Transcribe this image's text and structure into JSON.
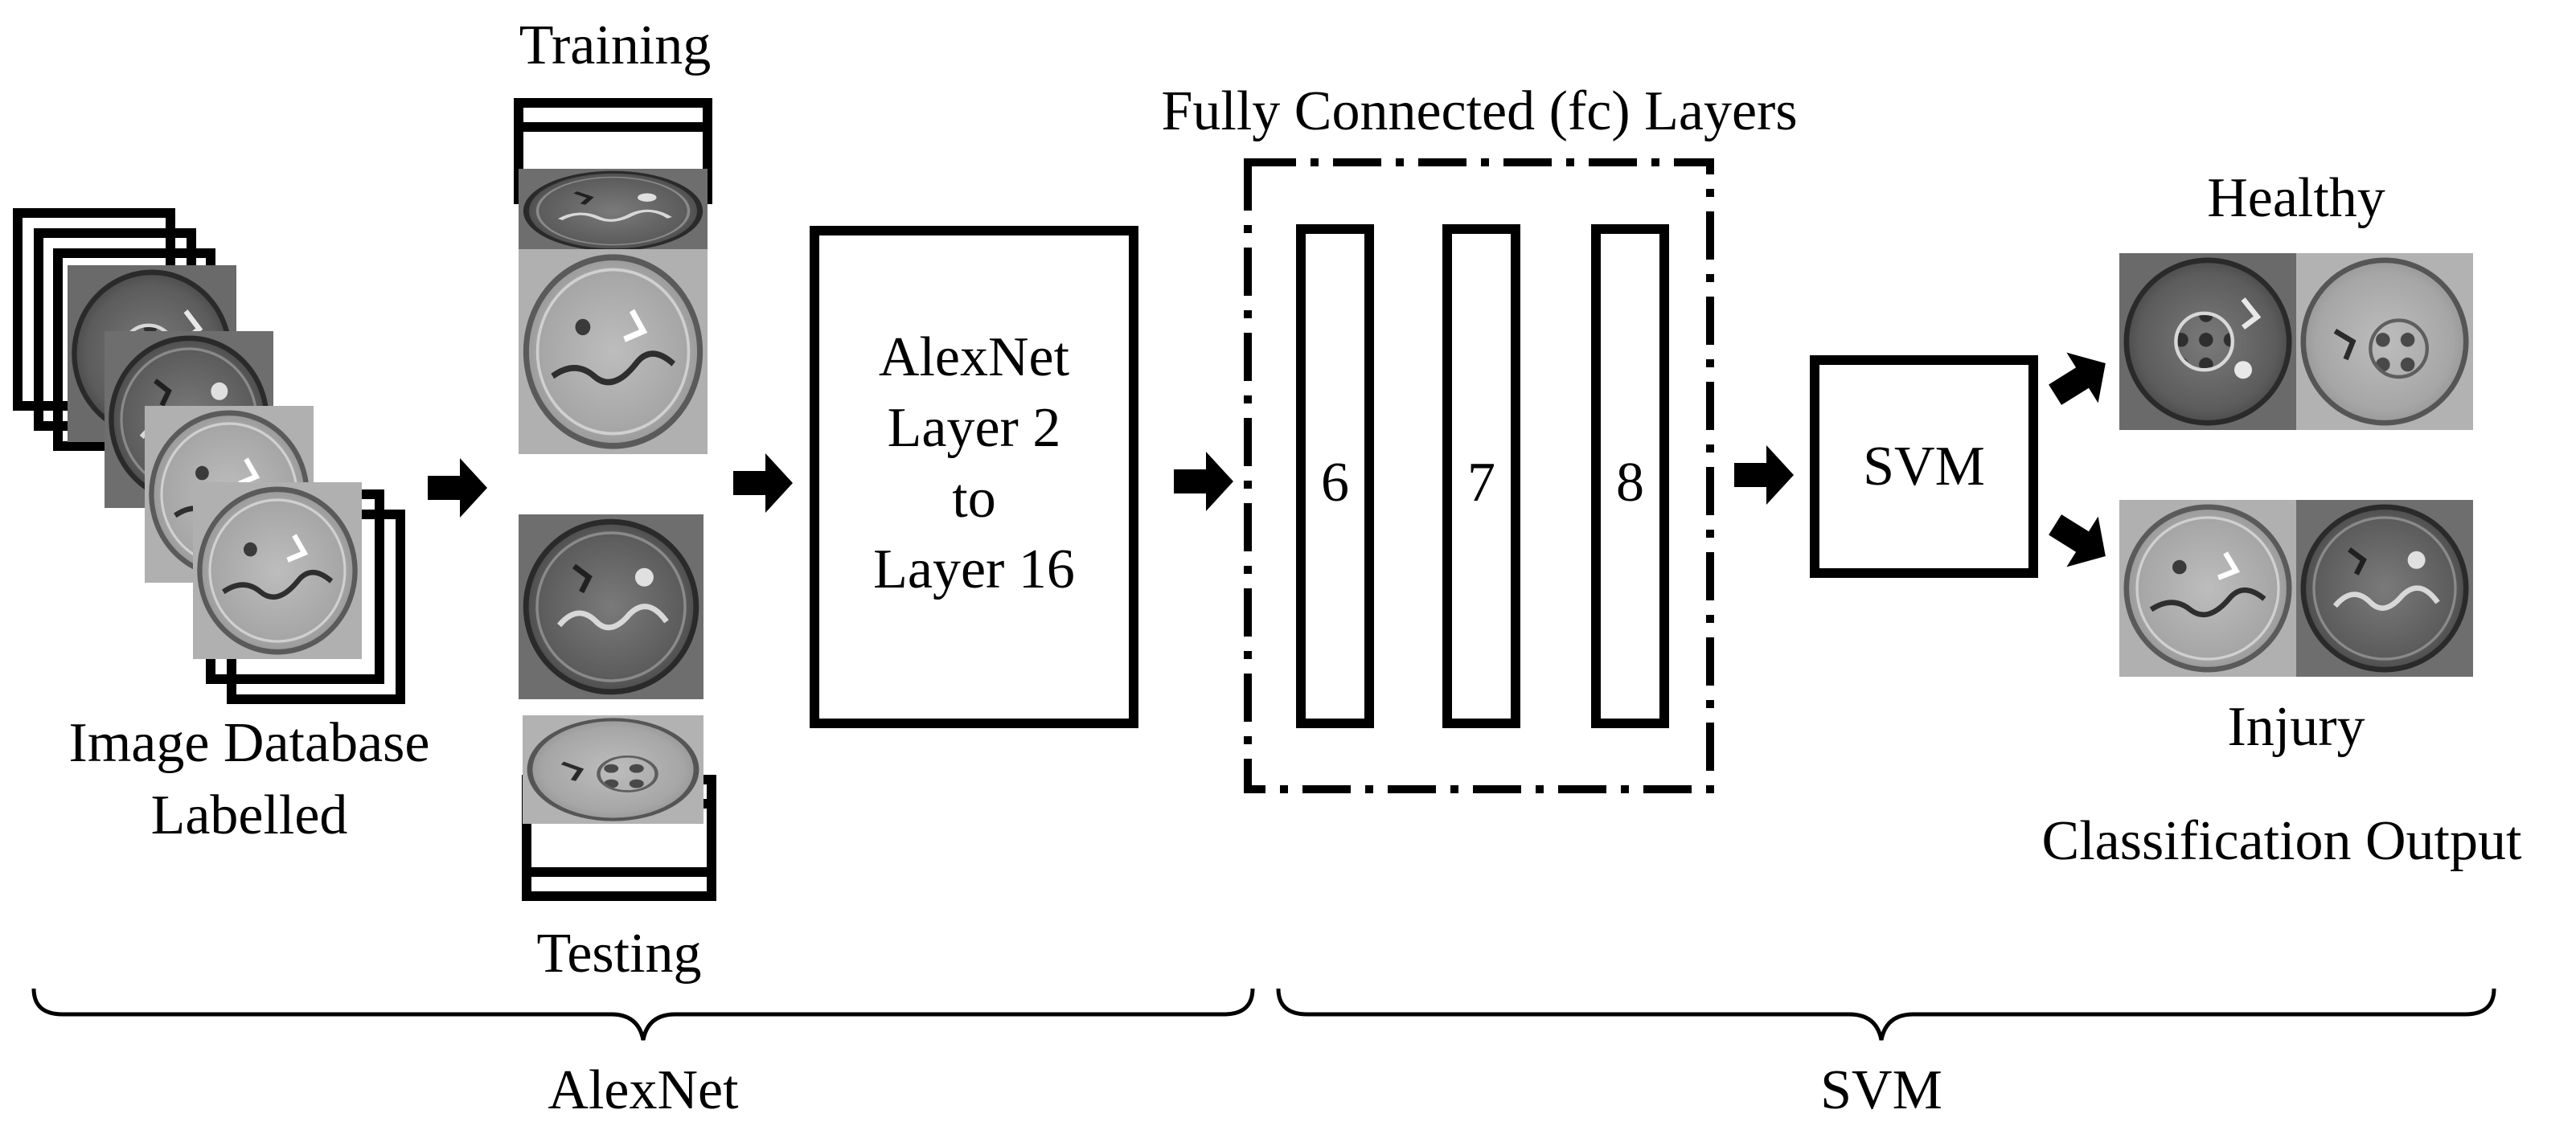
{
  "labels": {
    "image_database_line1": "Image Database",
    "image_database_line2": "Labelled",
    "training": "Training",
    "testing": "Testing",
    "alexnet_box_line1": "AlexNet",
    "alexnet_box_line2": "Layer 2",
    "alexnet_box_line3": "to",
    "alexnet_box_line4": "Layer 16",
    "fc_title": "Fully Connected (fc) Layers",
    "fc_layers": [
      "6",
      "7",
      "8"
    ],
    "svm_box": "SVM",
    "healthy": "Healthy",
    "injury": "Injury",
    "classification_output": "Classification Output",
    "brace_alexnet": "AlexNet",
    "brace_svm": "SVM"
  },
  "colors": {
    "stroke": "#000000",
    "image_dark": "#5a5a5a",
    "image_light": "#a9a9a9"
  },
  "icons": {
    "arrow": "right-arrow-icon",
    "cell_image": "embryo-micrograph"
  }
}
